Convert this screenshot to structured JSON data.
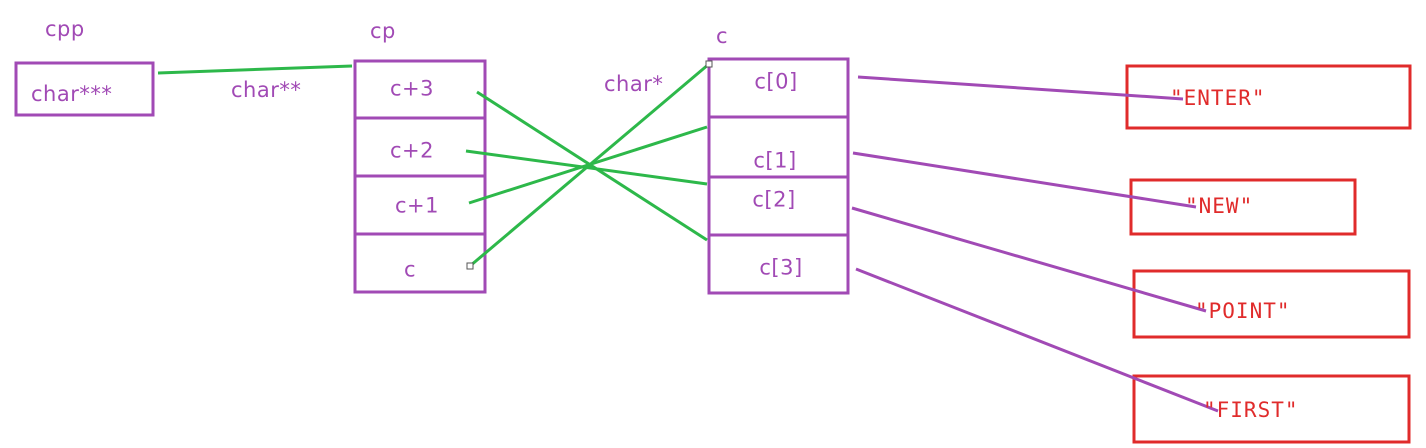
{
  "colors": {
    "pointer": "#a14ab5",
    "arrow_green": "#2db84a",
    "string_box": "#e02b2b",
    "string_text": "#e02b2b"
  },
  "labels": {
    "cpp": "cpp",
    "cp": "cp",
    "c": "c",
    "char3": "char***",
    "char2": "char**",
    "char1": "char*"
  },
  "cp_cells": [
    "c+3",
    "c+2",
    "c+1",
    "c"
  ],
  "c_cells": [
    "c[0]",
    "c[1]",
    "c[2]",
    "c[3]"
  ],
  "strings": [
    "\"ENTER\"",
    "\"NEW\"",
    "\"POINT\"",
    "\"FIRST\""
  ]
}
